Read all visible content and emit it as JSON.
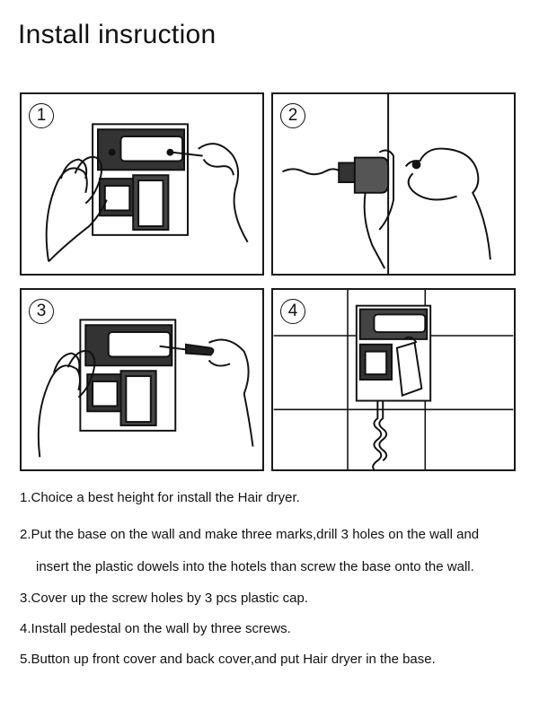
{
  "title": "Install insruction",
  "panels": [
    {
      "number": "1"
    },
    {
      "number": "2"
    },
    {
      "number": "3"
    },
    {
      "number": "4"
    }
  ],
  "steps": [
    "1.Choice a best height for install the Hair dryer.",
    "2.Put the base on the wall and make three marks,drill 3 holes on the wall and",
    "insert the plastic dowels into the hotels than screw the base onto the wall.",
    "3.Cover up the screw holes by 3 pcs plastic cap.",
    "4.Install pedestal on the wall by three screws.",
    "5.Button up front cover and back cover,and put Hair dryer in the base."
  ]
}
